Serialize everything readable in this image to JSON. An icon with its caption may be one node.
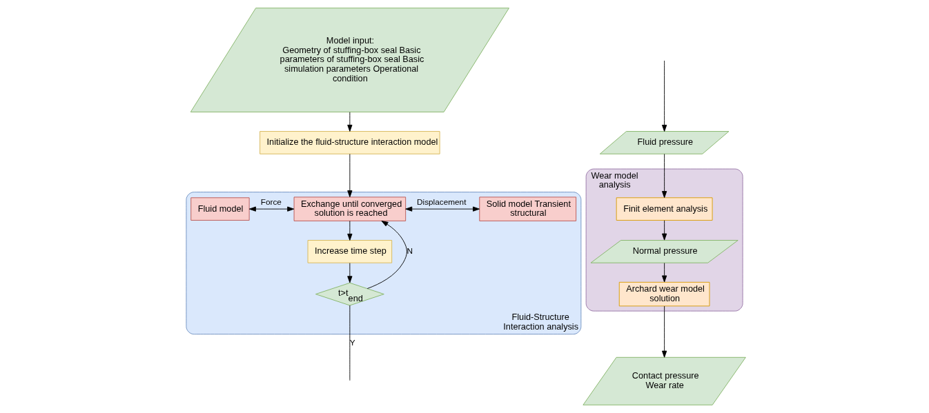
{
  "diagram": {
    "nodes": [
      {
        "text": [
          "Model input:",
          "Geometry of stuffing-box seal Basic parameters of stuffing-box seal Basic simulation parameters Operational condition"
        ]
      },
      {
        "text": [
          "Initialize the fluid-structure interaction model"
        ]
      },
      {
        "text": [
          "Fluid-Structure Interaction analysis"
        ]
      },
      {
        "text": [
          "Fluid model"
        ],
        "in": 2
      },
      {
        "text": [
          "Exchange until converged solution is reached"
        ],
        "in": 2
      },
      {
        "text": [
          "Solid model Transient structural"
        ],
        "in": 2
      },
      {
        "text": [
          "Increase time step"
        ],
        "in": 2
      },
      {
        "text": [
          "t>t$_{end}$"
        ],
        "in": 2
      },
      {
        "text": [
          "Fluid pressure"
        ]
      },
      {
        "text": [
          "Wear model analysis"
        ]
      },
      {
        "text": [
          "Finit element analysis"
        ],
        "in": 9
      },
      {
        "text": [
          "Normal pressure"
        ],
        "in": 9
      },
      {
        "text": [
          "Archard wear model solution"
        ],
        "in": 9
      },
      {
        "text": [
          "Contact pressure Wear rate"
        ]
      }
    ],
    "edges": [
      {
        "from": 0,
        "to": 1,
        "arrow": "to"
      },
      {
        "from": 1,
        "to": 4,
        "arrow": "to"
      },
      {
        "from": 3,
        "to": 4,
        "arrow": "both",
        "label": "Force"
      },
      {
        "from": 4,
        "to": 5,
        "arrow": "both",
        "label": "Displacement"
      },
      {
        "from": 4,
        "to": 6,
        "arrow": "to"
      },
      {
        "from": 6,
        "to": 7,
        "arrow": "to"
      },
      {
        "from": 7,
        "to": 4,
        "arrow": "to",
        "label": "N"
      },
      {
        "from": 7,
        "to": null,
        "arrow": "none",
        "label": "Y"
      },
      {
        "from": null,
        "to": 8,
        "arrow": "to"
      },
      {
        "from": 8,
        "to": 10,
        "arrow": "to"
      },
      {
        "from": 10,
        "to": 11,
        "arrow": "to"
      },
      {
        "from": 11,
        "to": 12,
        "arrow": "to"
      },
      {
        "from": 12,
        "to": 13,
        "arrow": "to"
      }
    ]
  }
}
